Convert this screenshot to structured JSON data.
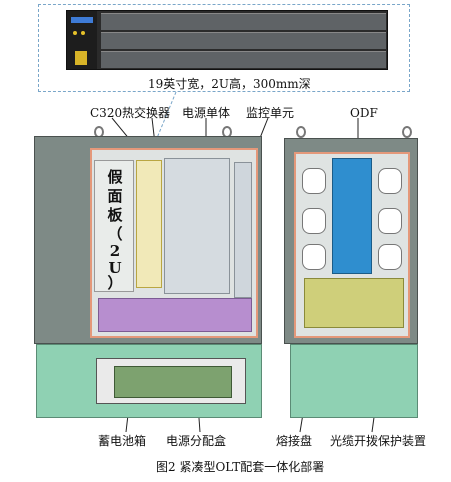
{
  "device_caption": "19英寸宽，2U高，300mm深",
  "labels_top": {
    "c320": "C320",
    "heat_exchanger": "热交换器",
    "power_unit": "电源单体",
    "monitor_unit": "监控单元",
    "odf": "ODF"
  },
  "blank_panel_chars": [
    "假",
    "面",
    "板",
    "（",
    "2",
    "U",
    "）"
  ],
  "labels_bottom": {
    "battery_box": "蓄电池箱",
    "power_distribution_box": "电源分配盒",
    "splice_tray": "熔接盘",
    "cable_protection": "光缆开拨保护装置"
  },
  "figure_caption": "图2 紧凑型OLT配套一体化部署",
  "colors": {
    "cabinet_gray": "#7e8a86",
    "base_green": "#8fd1b3",
    "inner_border": "#e4987a",
    "odf_blue": "#2f8ecf",
    "dashed_blue": "#7aa6c9"
  }
}
